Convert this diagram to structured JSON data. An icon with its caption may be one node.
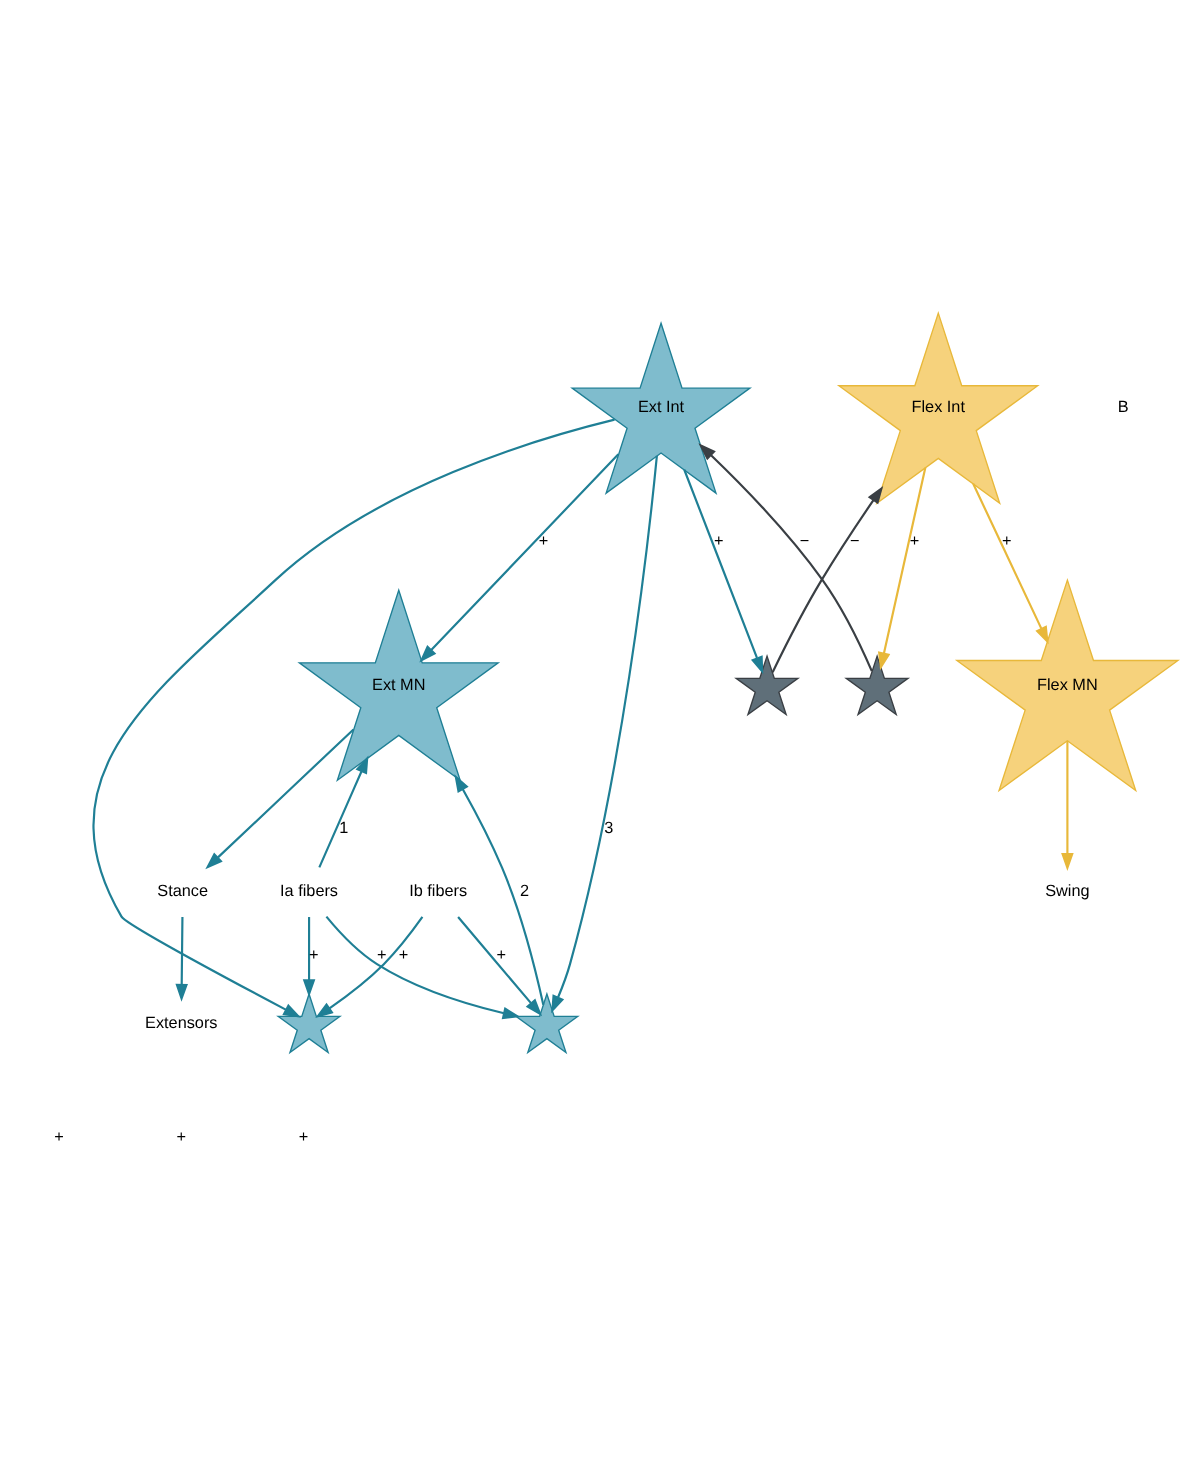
{
  "diagram": {
    "nodes": [
      {
        "text": [
          "Ext Int"
        ]
      },
      {
        "text": [
          "Flex Int"
        ]
      },
      {
        "text": [
          "Ext MN"
        ]
      },
      {
        "text": [
          "Flex MN"
        ]
      },
      {
        "text": [],
        "shape": "star"
      },
      {
        "text": [],
        "shape": "star"
      },
      {
        "text": [],
        "shape": "star"
      },
      {
        "text": [],
        "shape": "star"
      },
      {
        "text": [
          "Ib fibers"
        ]
      },
      {
        "text": [
          "Ia fibers"
        ]
      },
      {
        "text": [
          "Stance"
        ]
      },
      {
        "text": [
          "Swing"
        ]
      },
      {
        "text": [
          "Extensors"
        ]
      }
    ],
    "edges": [
      {
        "from": 0,
        "to": 4,
        "arrow": "to"
      },
      {
        "from": 8,
        "to": 4,
        "arrow": "to",
        "label": "+"
      },
      {
        "from": 9,
        "to": 4,
        "arrow": "to",
        "label": "+"
      },
      {
        "from": 0,
        "to": 6,
        "arrow": "to",
        "label": "+"
      },
      {
        "from": 6,
        "to": 1,
        "arrow": "to",
        "label": "−",
        "color": "#3a3f44"
      },
      {
        "from": 7,
        "to": 0,
        "arrow": "to",
        "label": "−",
        "color": "#3a3f44"
      },
      {
        "from": 1,
        "to": 7,
        "arrow": "to",
        "label": "+",
        "color": "#e8b83a"
      },
      {
        "from": 0,
        "to": 2,
        "arrow": "to",
        "label": "+"
      },
      {
        "from": 0,
        "to": 5,
        "arrow": "to",
        "label": "3"
      },
      {
        "from": 8,
        "to": 5,
        "arrow": "to",
        "label": "+"
      },
      {
        "from": 9,
        "to": 5,
        "arrow": "to",
        "label": "+"
      },
      {
        "from": 5,
        "to": 2,
        "arrow": "to",
        "label": "2"
      },
      {
        "from": 9,
        "to": 2,
        "arrow": "to",
        "label": "1"
      },
      {
        "from": 1,
        "to": 3,
        "arrow": "to",
        "label": "+",
        "color": "#e8b83a"
      },
      {
        "from": 2,
        "to": 10,
        "arrow": "to"
      },
      {
        "from": 3,
        "to": 11,
        "arrow": "to",
        "color": "#e8b83a"
      },
      {
        "from": 10,
        "to": 12,
        "arrow": "to"
      }
    ],
    "labels": [
      "B",
      "+",
      "+",
      "+"
    ]
  }
}
